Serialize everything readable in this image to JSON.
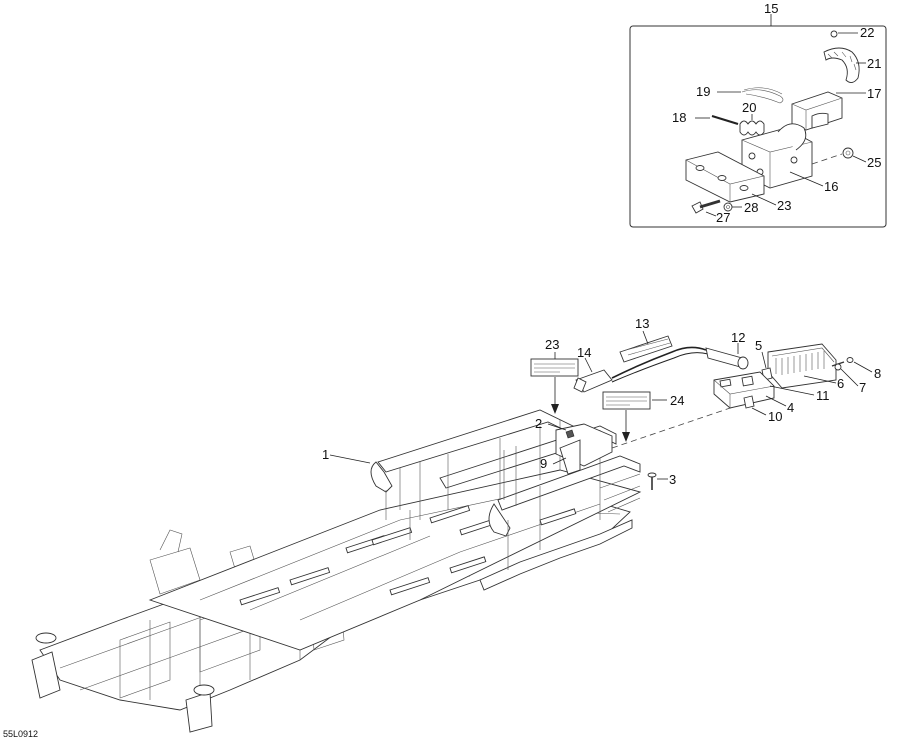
{
  "diagram_code": "55L0912",
  "inset": {
    "group_label": "15"
  },
  "callouts": {
    "c1": "1",
    "c2": "2",
    "c3": "3",
    "c4": "4",
    "c5": "5",
    "c6": "6",
    "c7": "7",
    "c8": "8",
    "c9": "9",
    "c10": "10",
    "c11": "11",
    "c12": "12",
    "c13": "13",
    "c14": "14",
    "c15": "15",
    "c16": "16",
    "c17": "17",
    "c18": "18",
    "c19": "19",
    "c20": "20",
    "c21": "21",
    "c22": "22",
    "c23a": "23",
    "c23b": "23",
    "c24": "24",
    "c25": "25",
    "c27": "27",
    "c28": "28"
  },
  "colors": {
    "line": "#222222",
    "background": "#ffffff",
    "fill_dark": "#555555"
  }
}
